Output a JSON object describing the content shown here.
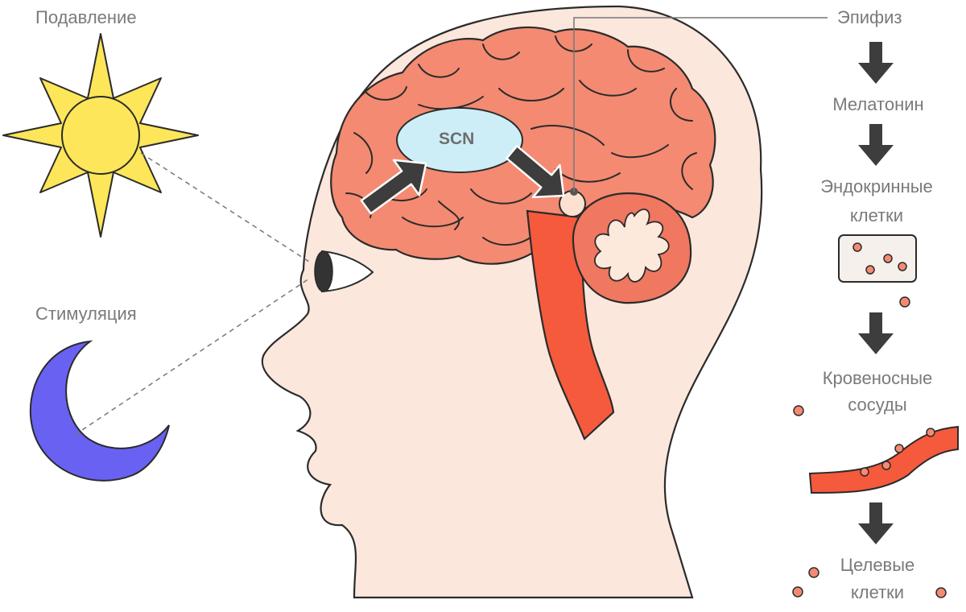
{
  "labels": {
    "suppression": "Подавление",
    "stimulation": "Стимуляция",
    "scn": "SCN",
    "pineal": "Эпифиз",
    "melatonin": "Мелатонин",
    "endocrine_line1": "Эндокринные",
    "endocrine_line2": "клетки",
    "vessels_line1": "Кровеносные",
    "vessels_line2": "сосуды",
    "target_line1": "Целевые",
    "target_line2": "клетки"
  },
  "icons": {
    "sun": "sun-icon",
    "moon": "moon-icon",
    "eye": "eye-icon",
    "arrow": "arrow-down-icon"
  },
  "colors": {
    "sun_fill": "#fde65a",
    "moon_fill": "#6961f2",
    "brain": "#f48a72",
    "cerebellum": "#f07760",
    "brainstem": "#f55a3c",
    "scn_fill": "#cdeef7",
    "skin": "#fbe7dc",
    "cell_fill": "#f5f0eb",
    "dot": "#f48a72",
    "arrow": "#3d3d3d"
  }
}
